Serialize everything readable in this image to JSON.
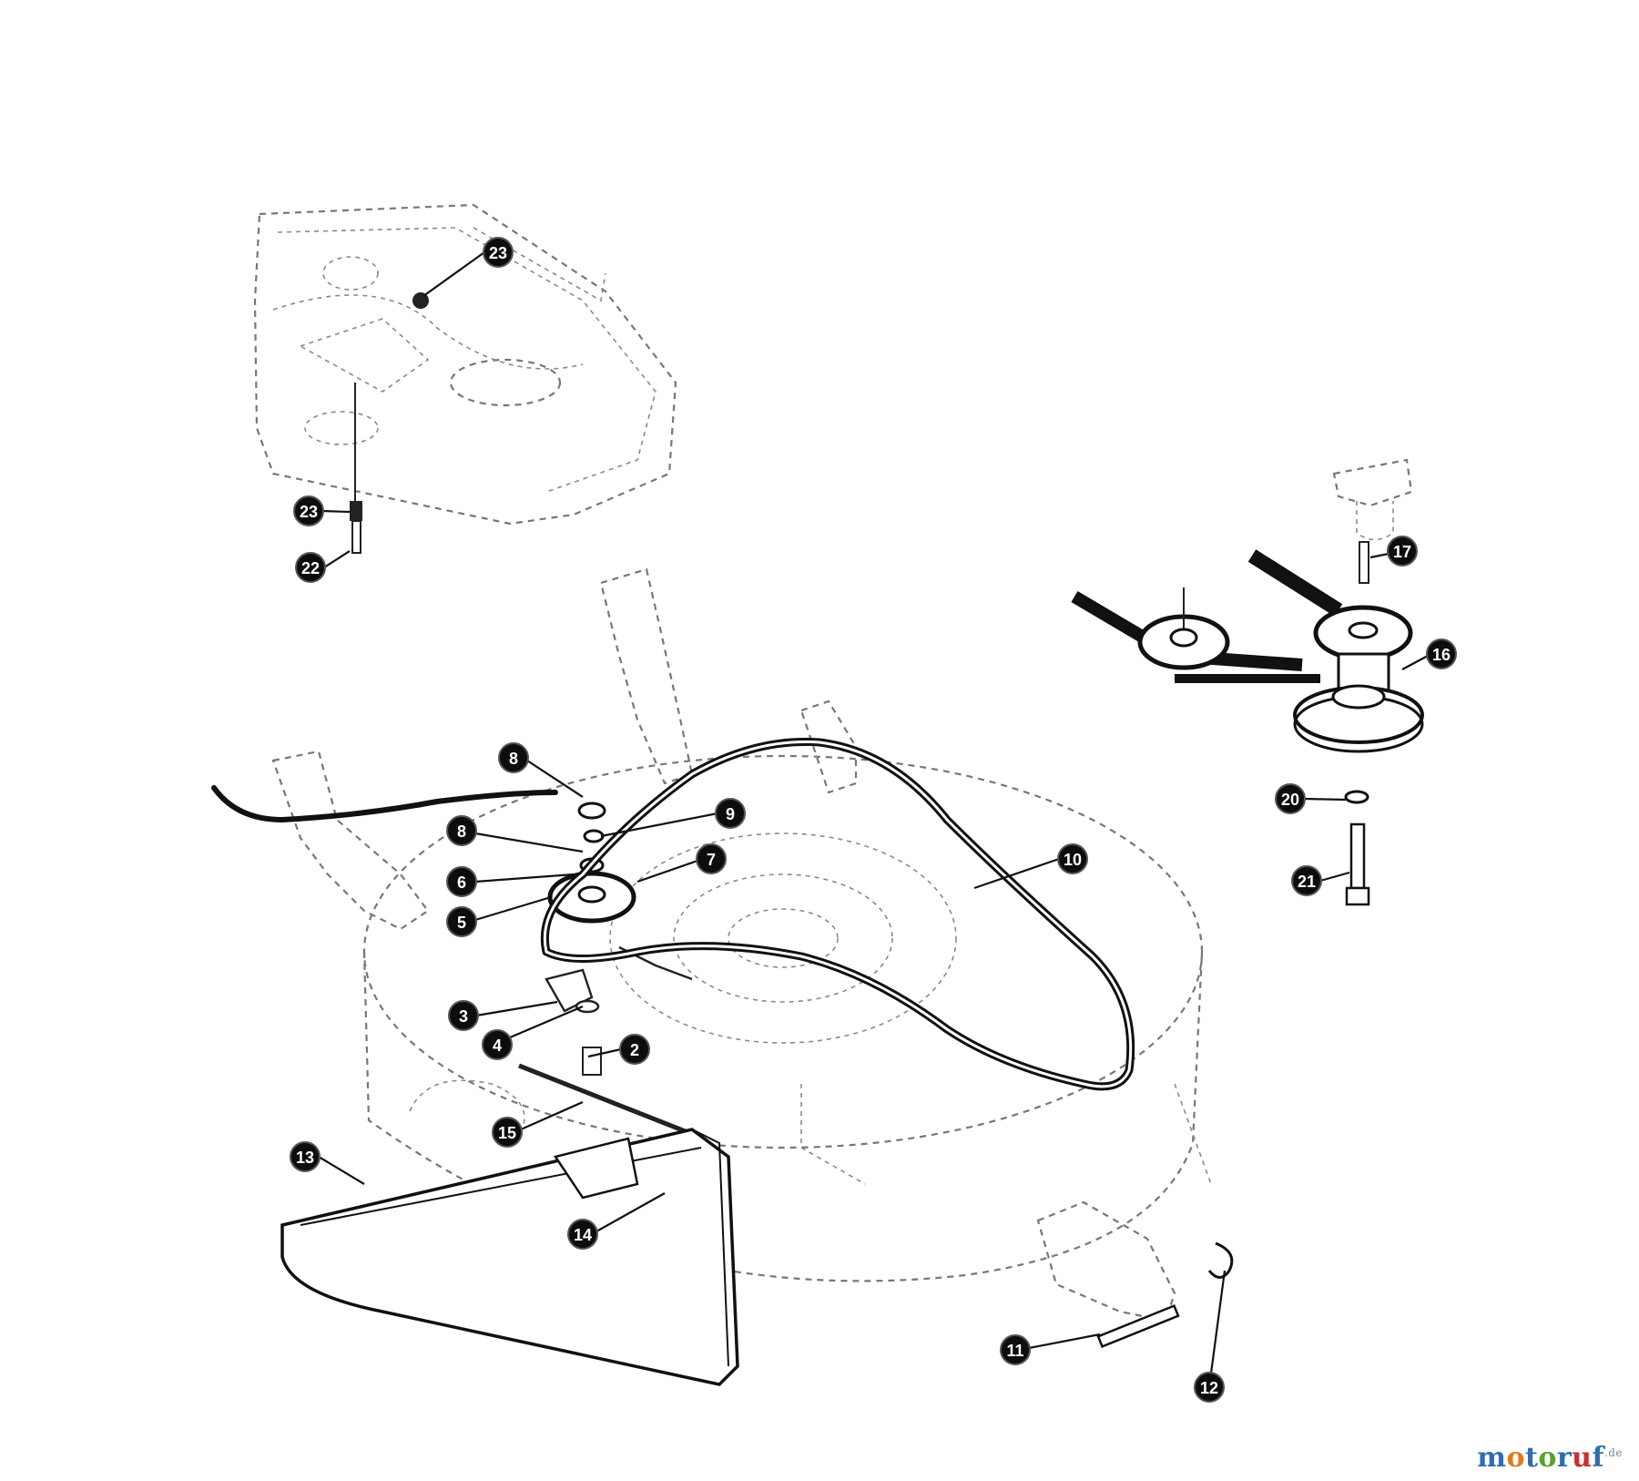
{
  "callouts": [
    {
      "label": "2"
    },
    {
      "label": "3"
    },
    {
      "label": "4"
    },
    {
      "label": "5"
    },
    {
      "label": "6"
    },
    {
      "label": "7"
    },
    {
      "label": "8"
    },
    {
      "label": "8"
    },
    {
      "label": "9"
    },
    {
      "label": "10"
    },
    {
      "label": "11"
    },
    {
      "label": "12"
    },
    {
      "label": "13"
    },
    {
      "label": "14"
    },
    {
      "label": "15"
    },
    {
      "label": "16"
    },
    {
      "label": "17"
    },
    {
      "label": "20"
    },
    {
      "label": "21"
    },
    {
      "label": "22"
    },
    {
      "label": "23"
    },
    {
      "label": "23"
    }
  ],
  "watermark": {
    "parts": [
      {
        "text": "m",
        "color": "#2e6db0"
      },
      {
        "text": "o",
        "color": "#e07a1f"
      },
      {
        "text": "t",
        "color": "#2e6db0"
      },
      {
        "text": "o",
        "color": "#5aa02c"
      },
      {
        "text": "r",
        "color": "#2e6db0"
      },
      {
        "text": "u",
        "color": "#c8302c"
      },
      {
        "text": "f",
        "color": "#2e6db0"
      }
    ],
    "suffix": ".de"
  }
}
